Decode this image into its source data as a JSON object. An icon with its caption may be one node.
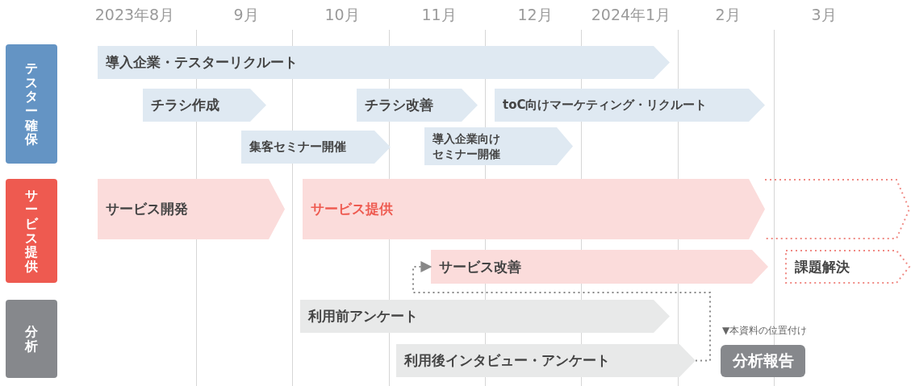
{
  "diagram": {
    "nodes": [
      {
        "text": [
          "テスター確保"
        ]
      },
      {
        "text": [
          "サービス提供"
        ]
      },
      {
        "text": [
          "分析"
        ]
      },
      {
        "text": [
          "導入企業・テスターリクルート"
        ]
      },
      {
        "text": [
          "チラシ作成"
        ]
      },
      {
        "text": [
          "チラシ改善"
        ]
      },
      {
        "text": [
          "toC向けマーケティング・リクルート"
        ]
      },
      {
        "text": [
          "集客セミナー開催"
        ]
      },
      {
        "text": [
          "導入企業向けセミナー開催"
        ]
      },
      {
        "text": [
          "サービス開発"
        ]
      },
      {
        "text": [
          "サービス提供"
        ]
      },
      {
        "text": [],
        "shape": "arrow"
      },
      {
        "text": [
          "サービス改善"
        ]
      },
      {
        "text": [
          "課題解決"
        ]
      },
      {
        "text": [
          "利用前アンケート"
        ]
      },
      {
        "text": [
          "利用後インタビュー・アンケート"
        ]
      },
      {
        "text": [
          "分析報告"
        ],
        "beside": [
          "▼本資料の位置付け"
        ]
      }
    ],
    "edges": [
      {
        "from": 15,
        "to": 12,
        "arrow": "to",
        "style": "dashed"
      }
    ],
    "labels": [
      "2023年8月",
      "9月",
      "10月",
      "11月",
      "12月",
      "2024年1月",
      "2月",
      "3月"
    ]
  }
}
